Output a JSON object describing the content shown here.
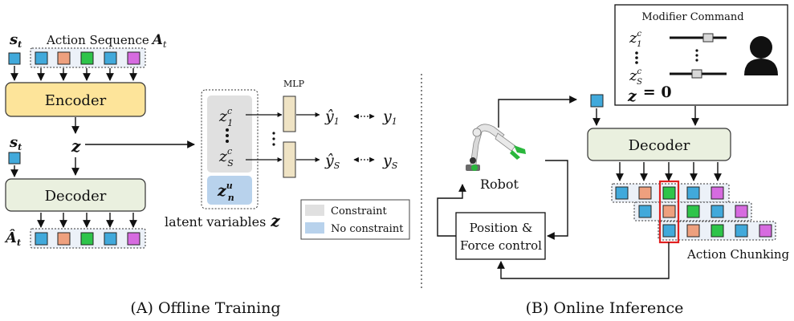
{
  "colors": {
    "blue": "#41a9db",
    "orange": "#eea07e",
    "green": "#2ec44a",
    "purple": "#d66be0",
    "encoder_fill": "#fde49a",
    "decoder_fill": "#eaf0df",
    "constraint_gray": "#e0e0e0",
    "noconstraint_blue": "#b8d2ec",
    "mlp_fill": "#efe3c4",
    "highlight_red": "#e02020",
    "person": "#111111"
  },
  "offline": {
    "s_t_top": "s",
    "s_t_sub": "t",
    "action_sequence_label": "Action Sequence",
    "A_symbol": "A",
    "A_sub": "t",
    "encoder_label": "Encoder",
    "z_symbol": "z",
    "decoder_label": "Decoder",
    "A_hat": "Â",
    "A_hat_sub": "t",
    "latent_caption": "latent variables",
    "mlp_label": "MLP",
    "z1c": "z",
    "z1c_sub": "1",
    "z1c_sup": "c",
    "zSc_sub": "S",
    "zSc_sup": "c",
    "znu_sub": "n",
    "znu_sup": "u",
    "yhat1": "ŷ",
    "yhat1_sub": "1",
    "y1": "y",
    "y1_sub": "1",
    "yhatS_sub": "S",
    "yS_sub": "S",
    "legend": {
      "constraint": "Constraint",
      "no_constraint": "No constraint"
    },
    "caption": "(A) Offline Training"
  },
  "online": {
    "modifier_title": "Modifier Command",
    "z1c_sub": "1",
    "z1c_sup": "c",
    "zSc_sub": "S",
    "zSc_sup": "c",
    "znu_eq": "= 0",
    "robot_label": "Robot",
    "control_label_1": "Position &",
    "control_label_2": "Force control",
    "decoder_label": "Decoder",
    "chunking_label": "Action Chunking",
    "caption": "(B) Online Inference"
  }
}
